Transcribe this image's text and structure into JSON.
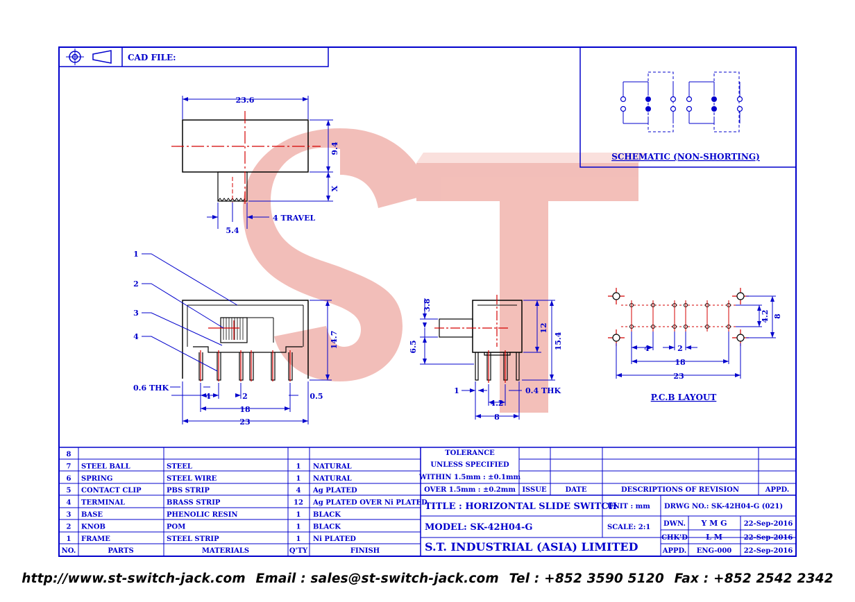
{
  "header": {
    "cad_file_label": "CAD FILE:"
  },
  "watermark": "ST",
  "schematic_label": "SCHEMATIC (NON-SHORTING)",
  "pcb_label": "P.C.B LAYOUT",
  "dims": {
    "top_width": "23.6",
    "top_height": "9.4",
    "x": "X",
    "knob": "5.4",
    "travel": "4 TRAVEL",
    "front_height": "14.7",
    "front_thk": "0.6 THK",
    "front_pitch": "4",
    "front_2": "2",
    "front_05": "0.5",
    "front_18": "18",
    "front_23": "23",
    "side_38": "3.8",
    "side_65": "6.5",
    "side_12": "12",
    "side_154": "15.4",
    "side_1": "1",
    "side_42": "4.2",
    "side_thk": "0.4 THK",
    "side_8": "8",
    "pcb_4": "4",
    "pcb_2": "2",
    "pcb_18": "18",
    "pcb_23": "23",
    "pcb_42": "4.2",
    "pcb_8": "8"
  },
  "callouts": [
    "1",
    "2",
    "3",
    "4"
  ],
  "parts": [
    {
      "no": "8",
      "part": "",
      "material": "",
      "qty": "",
      "finish": ""
    },
    {
      "no": "7",
      "part": "STEEL BALL",
      "material": "STEEL",
      "qty": "1",
      "finish": "NATURAL"
    },
    {
      "no": "6",
      "part": "SPRING",
      "material": "STEEL WIRE",
      "qty": "1",
      "finish": "NATURAL"
    },
    {
      "no": "5",
      "part": "CONTACT CLIP",
      "material": "PBS STRIP",
      "qty": "4",
      "finish": "Ag PLATED"
    },
    {
      "no": "4",
      "part": "TERMINAL",
      "material": "BRASS STRIP",
      "qty": "12",
      "finish": "Ag PLATED OVER Ni PLATED"
    },
    {
      "no": "3",
      "part": "BASE",
      "material": "PHENOLIC RESIN",
      "qty": "1",
      "finish": "BLACK"
    },
    {
      "no": "2",
      "part": "KNOB",
      "material": "POM",
      "qty": "1",
      "finish": "BLACK"
    },
    {
      "no": "1",
      "part": "FRAME",
      "material": "STEEL STRIP",
      "qty": "1",
      "finish": "Ni PLATED"
    }
  ],
  "parts_header": {
    "no": "NO.",
    "part": "PARTS",
    "material": "MATERIALS",
    "qty": "Q'TY",
    "finish": "FINISH"
  },
  "tolerance": {
    "l1": "TOLERANCE",
    "l2": "UNLESS  SPECIFIED",
    "l3": "WITHIN 1.5mm : ±0.1mm",
    "l4": "OVER 1.5mm : ±0.2mm"
  },
  "revision_header": {
    "issue": "ISSUE",
    "date": "DATE",
    "desc": "DESCRIPTIONS OF REVISION",
    "appd": "APPD."
  },
  "title_block": {
    "title": "TITLE :  HORIZONTAL SLIDE SWITCH",
    "unit": "UNIT :  mm",
    "drwg": "DRWG NO.: SK-42H04-G (021)",
    "model": "MODEL:  SK-42H04-G",
    "scale": "SCALE:  2:1",
    "company": "S.T.  INDUSTRIAL  (ASIA)  LIMITED",
    "dwn_label": "DWN.",
    "dwn": "Y M G",
    "dwn_date": "22-Sep-2016",
    "chkd_label": "CHK'D",
    "chkd": "L M",
    "chkd_date": "22-Sep-2016",
    "appd_label": "APPD.",
    "appd": "ENG-000",
    "appd_date": "22-Sep-2016"
  },
  "footer": {
    "url": "http://www.st-switch-jack.com",
    "email": "Email : sales@st-switch-jack.com",
    "tel": "Tel : +852 3590 5120",
    "fax": "Fax : +852 2542 2342"
  },
  "colors": {
    "line": "#0000cc",
    "red": "#d40000",
    "watermark": "#f0b0a8"
  }
}
